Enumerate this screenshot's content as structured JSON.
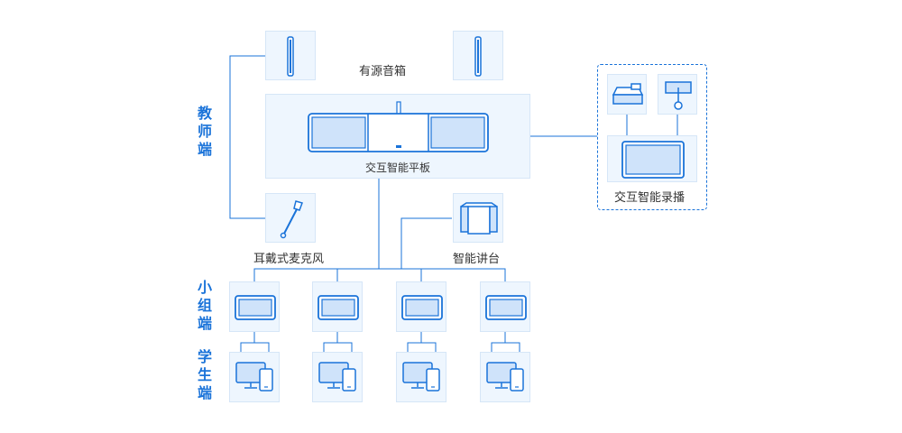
{
  "sections": {
    "teacher": "教师端",
    "group": "小组端",
    "student": "学生端"
  },
  "devices": {
    "speakers": "有源音箱",
    "panel": "交互智能平板",
    "microphone": "耳戴式麦克风",
    "podium": "智能讲台",
    "recorder": "交互智能录播"
  },
  "colors": {
    "accent": "#1a73d9",
    "tile_bg": "#eef6fe",
    "screen_fill": "#cfe3fa"
  }
}
